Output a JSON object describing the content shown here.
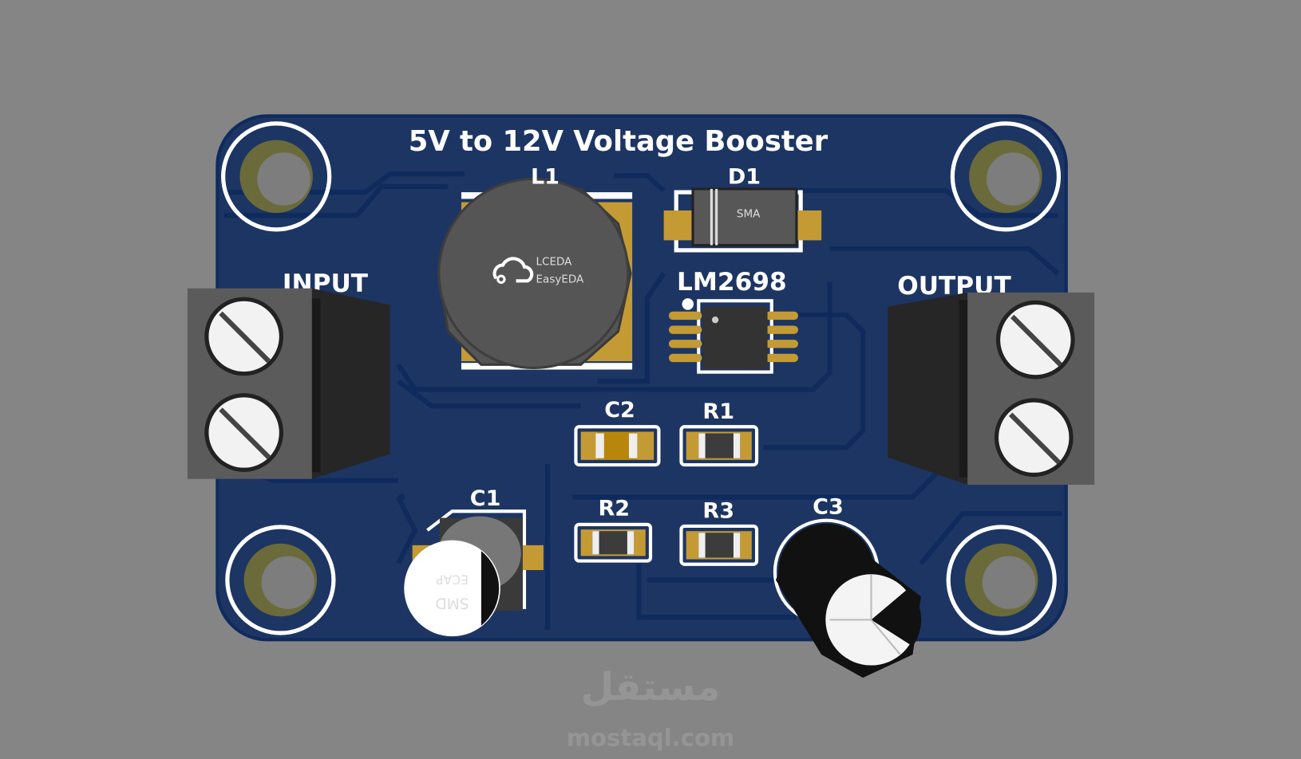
{
  "board": {
    "title": "5V to 12V Voltage Booster",
    "colors": {
      "background": "#858585",
      "pcb": "#1c3562",
      "trace": "#0f2b5e",
      "pad": "#c39a33",
      "silk": "#ffffff"
    }
  },
  "components": {
    "L1": {
      "ref": "L1",
      "logo_line1": "LCEDA",
      "logo_line2": "EasyEDA"
    },
    "D1": {
      "ref": "D1",
      "package": "SMA"
    },
    "U1": {
      "ref": "LM2698"
    },
    "C1": {
      "ref": "C1",
      "marking_line1": "SMD",
      "marking_line2": "ECAP"
    },
    "C2": {
      "ref": "C2"
    },
    "C3": {
      "ref": "C3"
    },
    "R1": {
      "ref": "R1"
    },
    "R2": {
      "ref": "R2"
    },
    "R3": {
      "ref": "R3"
    },
    "input": {
      "label": "INPUT"
    },
    "output": {
      "label": "OUTPUT"
    }
  },
  "watermark": {
    "arabic": "مستقل",
    "latin": "mostaql.com"
  }
}
